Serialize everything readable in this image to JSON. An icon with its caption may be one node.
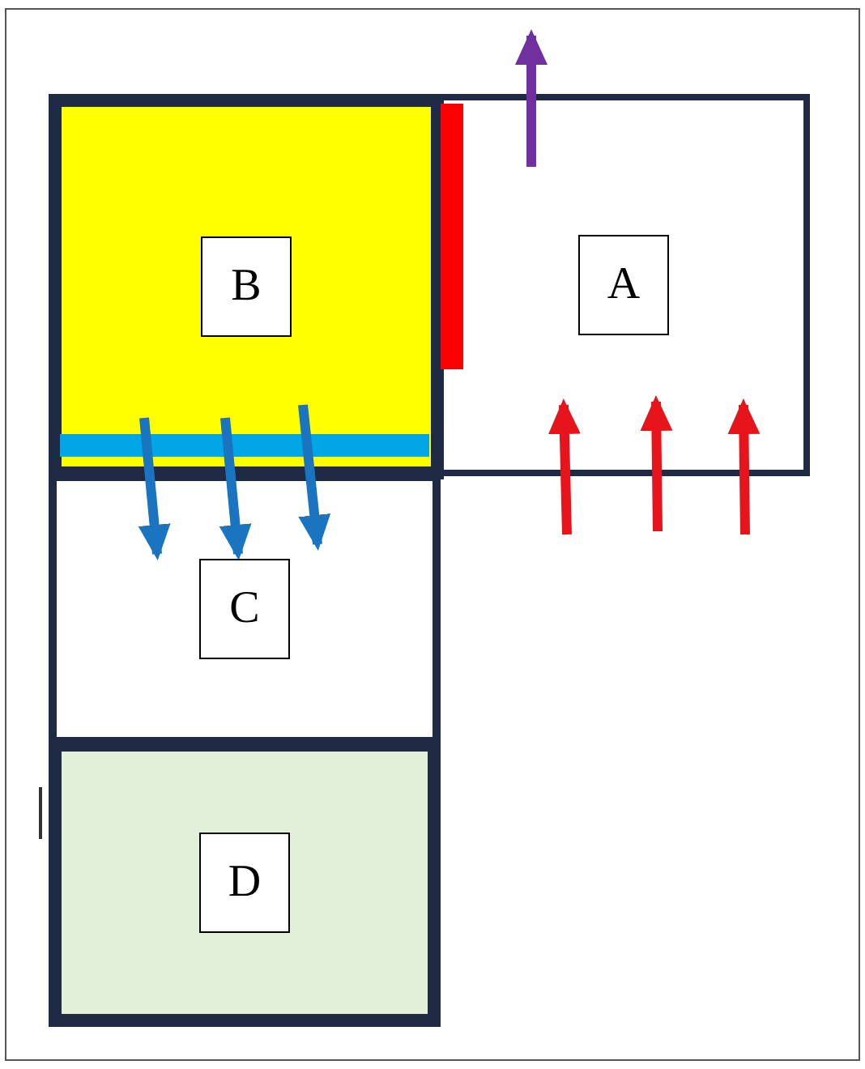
{
  "diagram": {
    "nodes": [
      {
        "text": [
          "B"
        ]
      },
      {
        "text": [
          "A"
        ]
      },
      {
        "text": [
          "C"
        ]
      },
      {
        "text": [
          "D"
        ]
      }
    ],
    "edges": [
      {
        "from": 1,
        "to": null,
        "arrow": "to",
        "color": "#7030a0"
      },
      {
        "from": null,
        "to": 1,
        "arrow": "to",
        "color": "#e8141b"
      },
      {
        "from": null,
        "to": 1,
        "arrow": "to",
        "color": "#e8141b"
      },
      {
        "from": null,
        "to": 1,
        "arrow": "to",
        "color": "#e8141b"
      },
      {
        "from": 0,
        "to": 2,
        "arrow": "to",
        "color": "#1a74bf"
      },
      {
        "from": 0,
        "to": 2,
        "arrow": "to",
        "color": "#1a74bf"
      },
      {
        "from": 0,
        "to": 2,
        "arrow": "to",
        "color": "#1a74bf"
      }
    ]
  }
}
